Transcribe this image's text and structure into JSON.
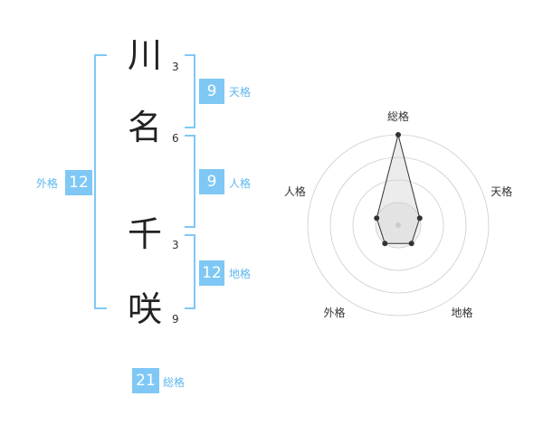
{
  "name": {
    "chars": [
      {
        "char": "川",
        "strokes": "3"
      },
      {
        "char": "名",
        "strokes": "6"
      },
      {
        "char": "千",
        "strokes": "3"
      },
      {
        "char": "咲",
        "strokes": "9"
      }
    ]
  },
  "scores": {
    "tenkaku": {
      "value": "9",
      "label": "天格"
    },
    "jinkaku": {
      "value": "9",
      "label": "人格"
    },
    "chikaku": {
      "value": "12",
      "label": "地格"
    },
    "gaikaku": {
      "value": "12",
      "label": "外格"
    },
    "soukaku": {
      "value": "21",
      "label": "総格"
    }
  },
  "colors": {
    "accent": "#7fc8f5",
    "accent_text": "#5fb6ee"
  },
  "chart_data": {
    "type": "radar",
    "axes": [
      "総格",
      "天格",
      "地格",
      "外格",
      "人格"
    ],
    "levels": 4,
    "values": [
      4,
      1,
      1,
      1,
      1
    ]
  }
}
